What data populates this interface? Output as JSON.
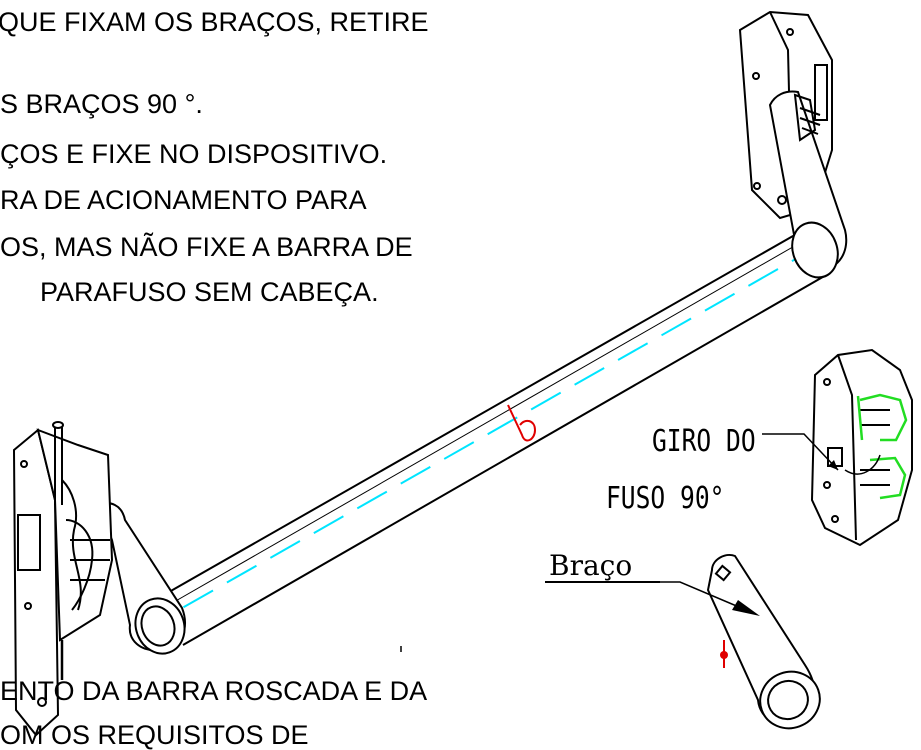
{
  "instructions": {
    "line1": "QUE FIXAM OS BRAÇOS, RETIRE",
    "line2": "S BRAÇOS 90 °.",
    "line3": "ÇOS E FIXE NO DISPOSITIVO.",
    "line4": "RA DE ACIONAMENTO PARA",
    "line5": "OS, MAS NÃO FIXE A BARRA DE",
    "line6": "PARAFUSO SEM CABEÇA."
  },
  "labels": {
    "giro_line1": "GIRO DO",
    "giro_line2": "FUSO 90°",
    "braco": "Braço"
  },
  "footer": {
    "line1": "ENTO DA BARRA ROSCADA E DA",
    "line2": "OM OS REQUISITOS DE"
  },
  "colors": {
    "centerline": "#00e5ff",
    "highlight": "#22dd22",
    "marker": "#e00000",
    "ink": "#000000"
  }
}
